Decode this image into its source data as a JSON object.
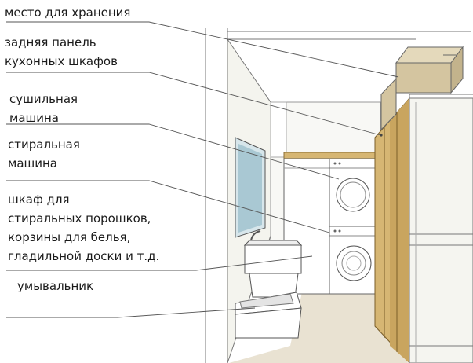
{
  "labels": {
    "storage": "место для хранения",
    "back_panel_1": "задняя панель",
    "back_panel_2": "кухонных шкафов",
    "dryer_1": "сушильная",
    "dryer_2": "машина",
    "washer_1": "стиральная",
    "washer_2": "машина",
    "cabinet_1": "шкаф для",
    "cabinet_2": "стиральных порошков,",
    "cabinet_3": "корзины для белья,",
    "cabinet_4": "гладильной доски и т.д.",
    "sink": "умывальник"
  },
  "colors": {
    "line": "#555555",
    "wood": "#d6b673",
    "box": "#d4c5a0",
    "floor": "#e9e2d2",
    "wall_shade": "#f1f1ec",
    "mirror": "#a9c8d3"
  }
}
